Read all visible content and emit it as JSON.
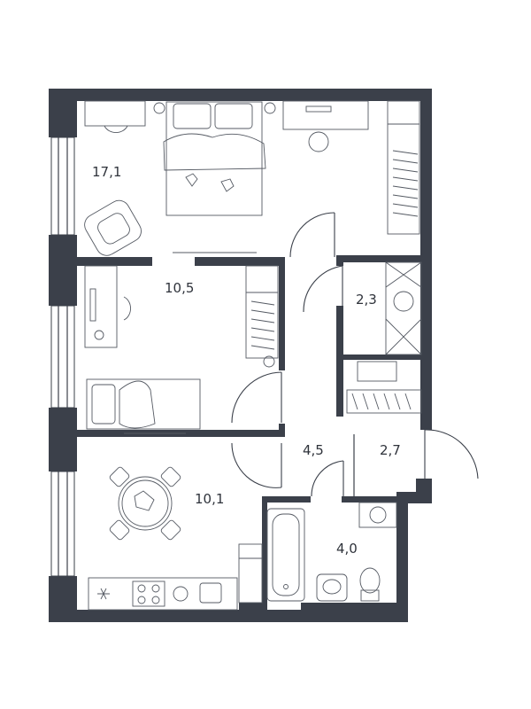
{
  "rooms": [
    {
      "id": "bedroom-1",
      "area": "17,1"
    },
    {
      "id": "bedroom-2",
      "area": "10,5"
    },
    {
      "id": "storage",
      "area": "2,3"
    },
    {
      "id": "hallway",
      "area": "4,5"
    },
    {
      "id": "entrance",
      "area": "2,7"
    },
    {
      "id": "kitchen",
      "area": "10,1"
    },
    {
      "id": "bathroom",
      "area": "4,0"
    }
  ],
  "colors": {
    "wall": "#3b404a",
    "furniture": "#555a63",
    "background": "#ffffff"
  }
}
